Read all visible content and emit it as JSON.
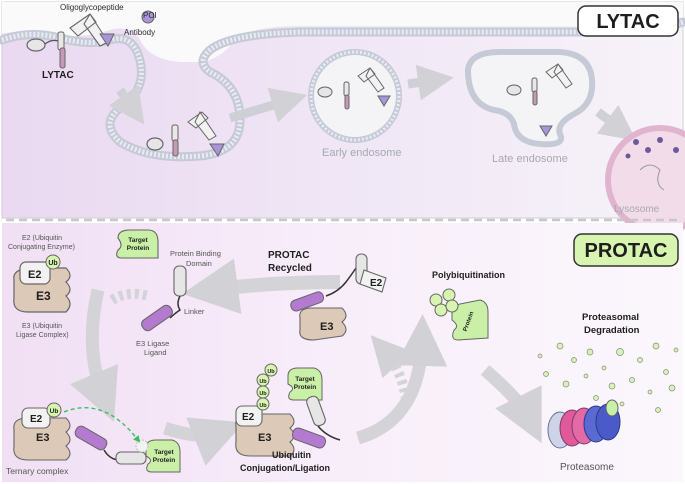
{
  "lytac": {
    "badge": "LYTAC",
    "labels": {
      "oligoglycopeptide": "Oligoglycopeptide",
      "poi": "POI",
      "antibody": "Antibody",
      "lytac": "LYTAC",
      "early_endosome": "Early endosome",
      "late_endosome": "Late endosome",
      "lysosome": "Lysosome"
    }
  },
  "protac": {
    "badge": "PROTAC",
    "labels": {
      "e2_desc_1": "E2 (Ubiquitin",
      "e2_desc_2": "Conjugating Enzyme)",
      "e3_desc_1": "E3 (Ubiquitin",
      "e3_desc_2": "Ligase Complex)",
      "target_protein_1": "Target",
      "target_protein_2": "Protein",
      "protein_binding_1": "Protein Binding",
      "protein_binding_2": "Domain",
      "linker": "Linker",
      "e3_ligand_1": "E3 Ligase",
      "e3_ligand_2": "Ligand",
      "recycled_1": "PROTAC",
      "recycled_2": "Recycled",
      "polyubiquitination": "Polybiquitination",
      "proteasomal_1": "Proteasomal",
      "proteasomal_2": "Degradation",
      "ternary_complex": "Ternary complex",
      "ubiquitin_1": "Ubiquitin",
      "ubiquitin_2": "Conjugation/Ligation",
      "proteasome": "Proteasome",
      "e2": "E2",
      "e3": "E3",
      "ub": "Ub"
    }
  },
  "colors": {
    "lytac_bg": "#efe6f5",
    "protac_bg": "#f6ecf8",
    "badge_green": "#d7f5b0",
    "target_green": "#c9f0a6",
    "e3_tan": "#ddc9b8",
    "linker_purple": "#b37ad0",
    "arrow_gray": "#d4d4d8"
  }
}
